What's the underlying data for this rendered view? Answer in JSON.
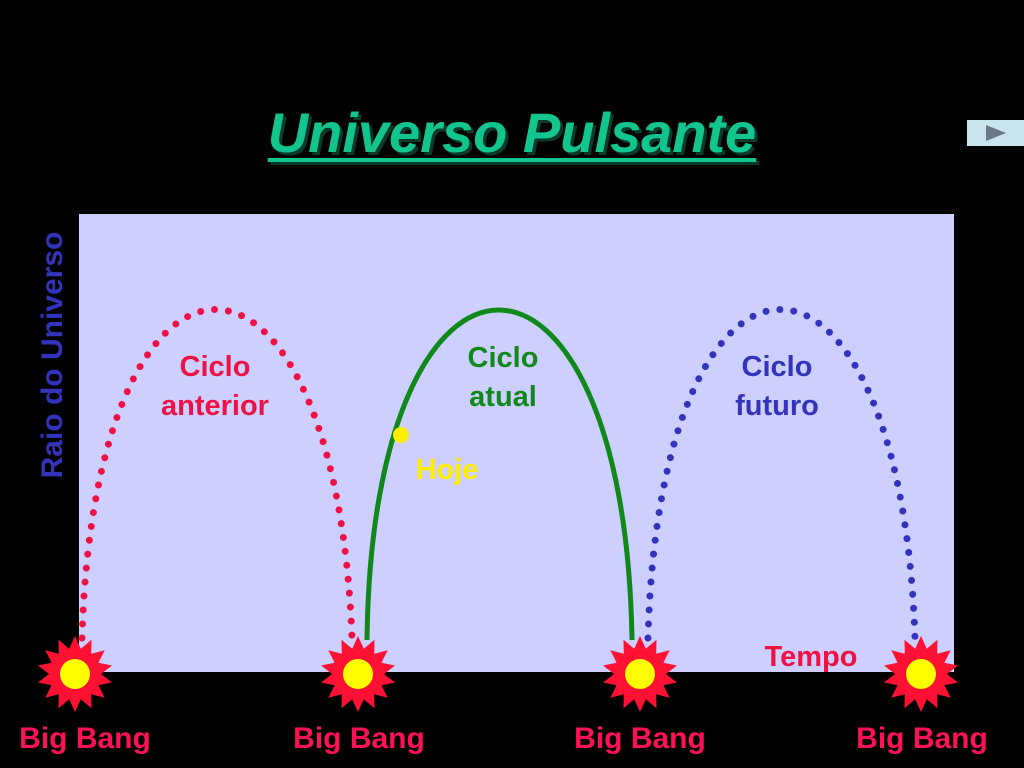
{
  "title": "Universo Pulsante",
  "nav": {
    "next_icon": "play-triangle-icon"
  },
  "axis": {
    "y_label": "Raio do Universo",
    "x_label": "Tempo"
  },
  "cycles": {
    "previous": {
      "line1": "Ciclo",
      "line2": "anterior",
      "color": "#ee1144",
      "style": "dotted"
    },
    "current": {
      "line1": "Ciclo",
      "line2": "atual",
      "color": "#11881a",
      "style": "solid"
    },
    "future": {
      "line1": "Ciclo",
      "line2": "futuro",
      "color": "#3333bb",
      "style": "dotted"
    }
  },
  "today_label": "Hoje",
  "big_bang_labels": [
    "Big Bang",
    "Big Bang",
    "Big Bang",
    "Big Bang"
  ],
  "colors": {
    "background": "#000000",
    "plot_area": "#cccfff",
    "title": "#12c48e",
    "big_bang_text": "#ff1155",
    "star_outer": "#ff1133",
    "star_inner": "#ffff00",
    "today_dot": "#ffee00"
  }
}
